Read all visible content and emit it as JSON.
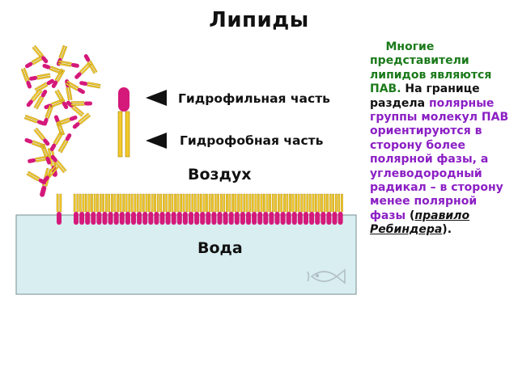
{
  "title": "Липиды",
  "legend": {
    "hydrophilic": "Гидрофильная часть",
    "hydrophobic": "Гидрофобная часть"
  },
  "labels": {
    "air": "Воздух",
    "water": "Вода"
  },
  "description": {
    "p1": "Многие представители липидов являются ПАВ.",
    "p2": "На границе раздела",
    "p3": "полярные группы молекул ПАВ ориентируются в сторону более полярной фазы, а углеводородный радикал – в сторону менее полярной фазы",
    "p4_open": "(",
    "p4_rule": "правило Ребиндера",
    "p4_close": ")."
  },
  "colors": {
    "head": "#d4197a",
    "tail": "#f2c82a",
    "tail_stroke": "#a88400",
    "water": "#d8eef0",
    "water_stroke": "#8aa0a4",
    "green_text": "#1b7a1b",
    "purple_text": "#8b1fc4"
  },
  "icons": {
    "arrow": "triangle-left-icon",
    "fish": "fish-watermark-icon"
  }
}
